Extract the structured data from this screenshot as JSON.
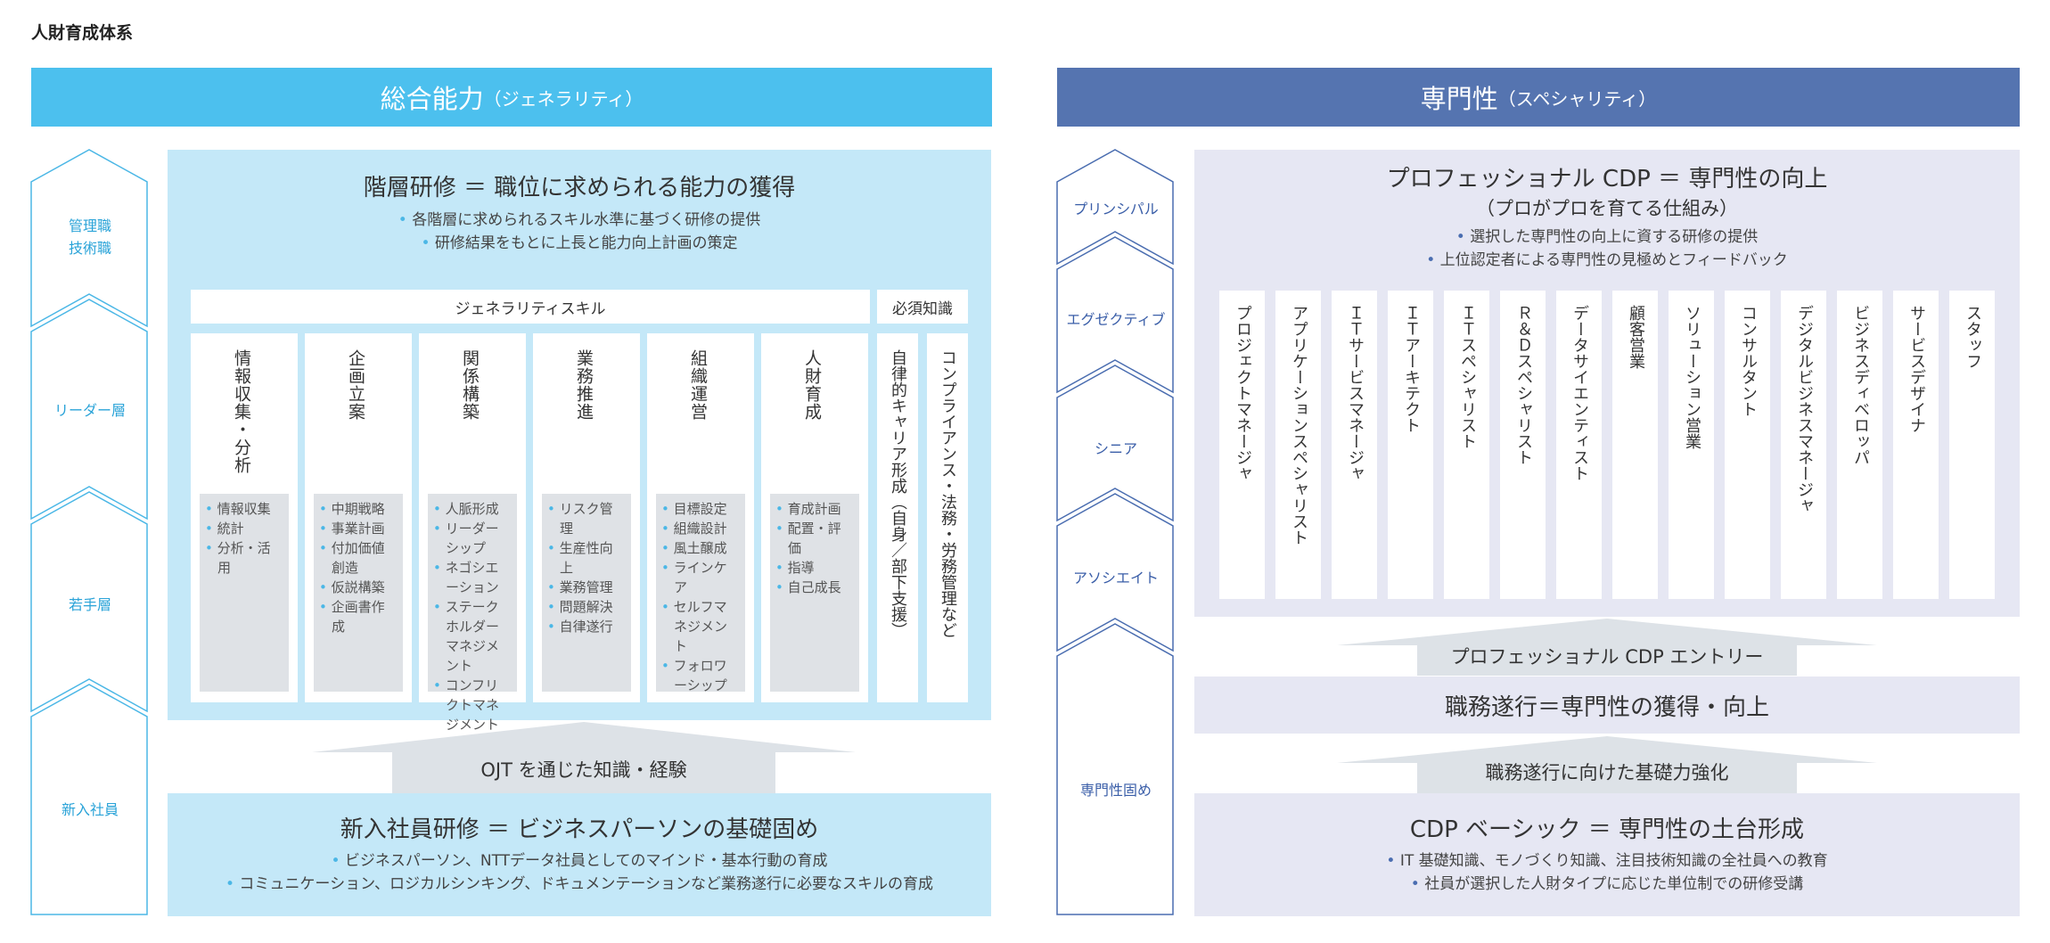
{
  "page_title": "人財育成体系",
  "colors": {
    "left_header": "#4cc0ee",
    "right_header": "#5574b0",
    "left_panel": "#c4e8f8",
    "right_panel": "#e6e7f3",
    "arrow_left": "#4bb7e6",
    "arrow_right": "#4a6db0"
  },
  "left": {
    "header_title": "総合能力",
    "header_sub": "（ジェネラリティ）",
    "levels": [
      "管理職\n技術職",
      "リーダー層",
      "若手層",
      "新入社員"
    ],
    "top": {
      "title": "階層研修 ＝ 職位に求められる能力の獲得",
      "bullets": [
        "各階層に求められるスキル水準に基づく研修の提供",
        "研修結果をもとに上長と能力向上計画の策定"
      ]
    },
    "generality_label": "ジェネラリティスキル",
    "required_label": "必須知識",
    "skills": [
      {
        "title": "情報収集・分析",
        "items": [
          "情報収集",
          "統計",
          "分析・活用"
        ]
      },
      {
        "title": "企画立案",
        "items": [
          "中期戦略",
          "事業計画",
          "付加価値創造",
          "仮説構築",
          "企画書作成"
        ]
      },
      {
        "title": "関係構築",
        "items": [
          "人脈形成",
          "リーダーシップ",
          "ネゴシエーション",
          "ステークホルダーマネジメント",
          "コンフリクトマネジメント"
        ]
      },
      {
        "title": "業務推進",
        "items": [
          "リスク管理",
          "生産性向上",
          "業務管理",
          "問題解決",
          "自律遂行"
        ]
      },
      {
        "title": "組織運営",
        "items": [
          "目標設定",
          "組織設計",
          "風土醸成",
          "ラインケア",
          "セルフマネジメント",
          "フォロワーシップ"
        ]
      },
      {
        "title": "人財育成",
        "items": [
          "育成計画",
          "配置・評価",
          "指導",
          "自己成長"
        ]
      }
    ],
    "required": [
      "自律的キャリア形成（自身／部下支援）",
      "コンプライアンス・法務・労務管理など"
    ],
    "ojt": "OJT を通じた知識・経験",
    "bottom": {
      "title": "新入社員研修 ＝ ビジネスパーソンの基礎固め",
      "bullets": [
        "ビジネスパーソン、NTTデータ社員としてのマインド・基本行動の育成",
        "コミュニケーション、ロジカルシンキング、ドキュメンテーションなど業務遂行に必要なスキルの育成"
      ]
    }
  },
  "right": {
    "header_title": "専門性",
    "header_sub": "（スペシャリティ）",
    "levels": [
      "プリンシパル",
      "エグゼクティブ",
      "シニア",
      "アソシエイト",
      "専門性固め"
    ],
    "top": {
      "title": "プロフェッショナル CDP ＝ 専門性の向上",
      "subtitle": "（プロがプロを育てる仕組み）",
      "bullets": [
        "選択した専門性の向上に資する研修の提供",
        "上位認定者による専門性の見極めとフィードバック"
      ]
    },
    "roles": [
      "プロジェクトマネージャ",
      "アプリケーションスペシャリスト",
      "ＩＴサービスマネージャ",
      "ＩＴアーキテクト",
      "ＩＴスペシャリスト",
      "Ｒ＆Ｄスペシャリスト",
      "データサイエンティスト",
      "顧客営業",
      "ソリューション営業",
      "コンサルタント",
      "デジタルビジネスマネージャ",
      "ビジネスディベロッパ",
      "サービスデザイナ",
      "スタッフ"
    ],
    "cdp_entry": "プロフェッショナル CDP エントリー",
    "duty": "職務遂行＝専門性の獲得・向上",
    "basic_arrow": "職務遂行に向けた基礎力強化",
    "bottom": {
      "title": "CDP ベーシック ＝ 専門性の土台形成",
      "bullets": [
        "IT 基礎知識、モノづくり知識、注目技術知識の全社員への教育",
        "社員が選択した人財タイプに応じた単位制での研修受講"
      ]
    }
  }
}
